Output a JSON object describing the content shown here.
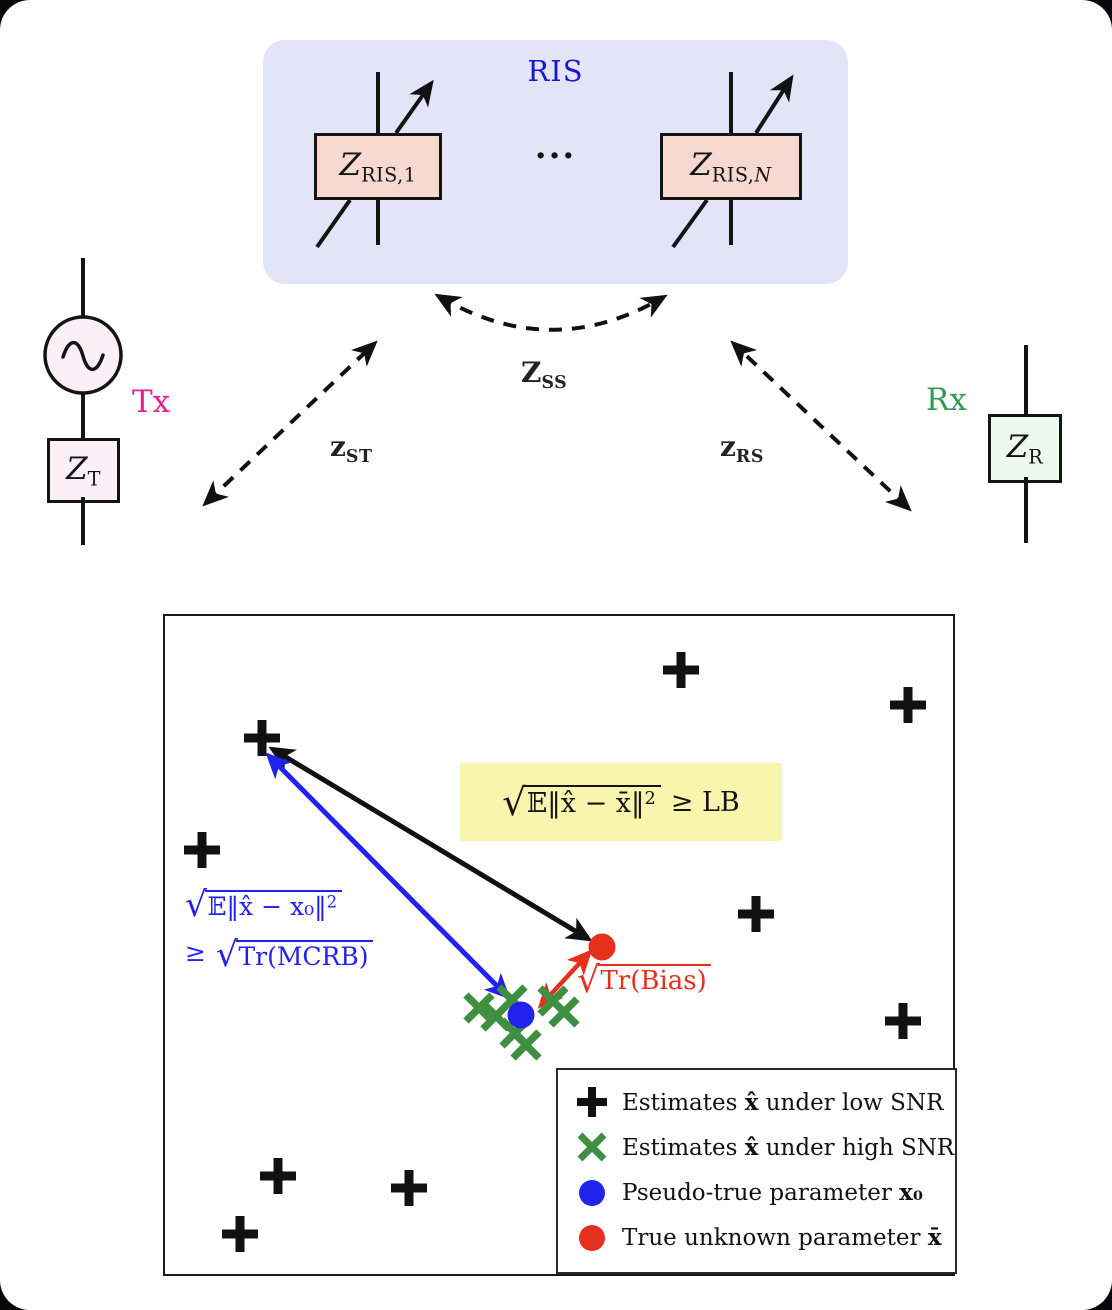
{
  "figure": {
    "top": {
      "ris_label": "RIS",
      "element_1": {
        "symbol": "Z",
        "sub": "RIS,1"
      },
      "element_2": {
        "symbol": "Z",
        "sub_roman": "RIS,",
        "sub_italic": "N"
      },
      "dots": "···",
      "tx_label": "Tx",
      "zt": {
        "symbol": "Z",
        "sub": "T"
      },
      "rx_label": "Rx",
      "zr": {
        "symbol": "Z",
        "sub": "R"
      },
      "link_st": {
        "symbol": "z",
        "sub": "ST"
      },
      "link_ss": {
        "symbol": "Z",
        "sub": "SS"
      },
      "link_rs": {
        "symbol": "z",
        "sub": "RS"
      }
    },
    "plot": {
      "bound_formula": {
        "sqrt_body": "𝔼‖x̂ − x̄‖",
        "sqrt_sup": "2",
        "rhs": "≥ LB"
      },
      "mcrb_formula": {
        "line1_sqrt_body": "𝔼‖x̂ − x₀‖",
        "line1_sqrt_sup": "2",
        "line2_prefix": "≥",
        "line2_sqrt_body": "Tr(MCRB)"
      },
      "bias_formula": {
        "sqrt_body": "Tr(Bias)"
      },
      "legend": {
        "items": [
          {
            "marker": "plus-black",
            "pre": "Estimates ",
            "math": "x̂",
            "post": " under low SNR"
          },
          {
            "marker": "cross-green",
            "pre": "Estimates ",
            "math": "x̂",
            "post": " under high SNR"
          },
          {
            "marker": "dot-blue",
            "pre": "Pseudo-true parameter ",
            "math": "x₀",
            "post": ""
          },
          {
            "marker": "dot-red",
            "pre": "True unknown parameter ",
            "math": "x̄",
            "post": ""
          }
        ]
      }
    },
    "colors": {
      "ris_blue": "#1717cc",
      "tx_magenta": "#e7218c",
      "rx_green": "#2f9c52",
      "math_blue": "#2222ee",
      "math_red": "#e5301d",
      "cross_green": "#3f8f43",
      "panel_lavender": "#e4e4f8",
      "impedance_pink": "#f8d9d1",
      "tx_fill": "#fbf0f5",
      "rx_fill": "#eef9ee",
      "highlight_yellow": "#faf5ad"
    }
  }
}
